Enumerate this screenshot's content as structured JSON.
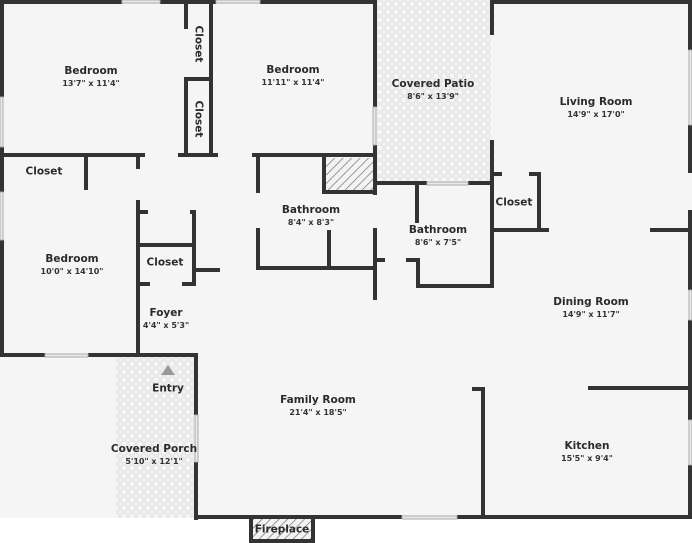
{
  "floorplan": {
    "colors": {
      "wall": "#333333",
      "floor": "#f5f5f5",
      "patio_tile": "#e4e4e4",
      "window": "#e8e8e8",
      "hatch": "#666666",
      "entry_arrow": "#9a9a9a"
    },
    "rooms": [
      {
        "id": "bedroom-1",
        "name": "Bedroom",
        "dims": "13'7\" x 11'4\""
      },
      {
        "id": "bedroom-2",
        "name": "Bedroom",
        "dims": "11'11\" x 11'4\""
      },
      {
        "id": "covered-patio",
        "name": "Covered Patio",
        "dims": "8'6\" x 13'9\""
      },
      {
        "id": "living-room",
        "name": "Living Room",
        "dims": "14'9\" x 17'0\""
      },
      {
        "id": "closet-1",
        "name": "Closet"
      },
      {
        "id": "closet-2",
        "name": "Closet"
      },
      {
        "id": "closet-3",
        "name": "Closet"
      },
      {
        "id": "closet-4",
        "name": "Closet"
      },
      {
        "id": "closet-5",
        "name": "Closet"
      },
      {
        "id": "bathroom-1",
        "name": "Bathroom",
        "dims": "8'4\" x 8'3\""
      },
      {
        "id": "bathroom-2",
        "name": "Bathroom",
        "dims": "8'6\" x 7'5\""
      },
      {
        "id": "bedroom-3",
        "name": "Bedroom",
        "dims": "10'0\" x 14'10\""
      },
      {
        "id": "foyer",
        "name": "Foyer",
        "dims": "4'4\" x 5'3\""
      },
      {
        "id": "dining-room",
        "name": "Dining Room",
        "dims": "14'9\" x 11'7\""
      },
      {
        "id": "entry",
        "name": "Entry"
      },
      {
        "id": "covered-porch",
        "name": "Covered Porch",
        "dims": "5'10\" x 12'1\""
      },
      {
        "id": "family-room",
        "name": "Family Room",
        "dims": "21'4\" x 18'5\""
      },
      {
        "id": "kitchen",
        "name": "Kitchen",
        "dims": "15'5\" x 9'4\""
      },
      {
        "id": "fireplace",
        "name": "Fireplace"
      }
    ]
  }
}
